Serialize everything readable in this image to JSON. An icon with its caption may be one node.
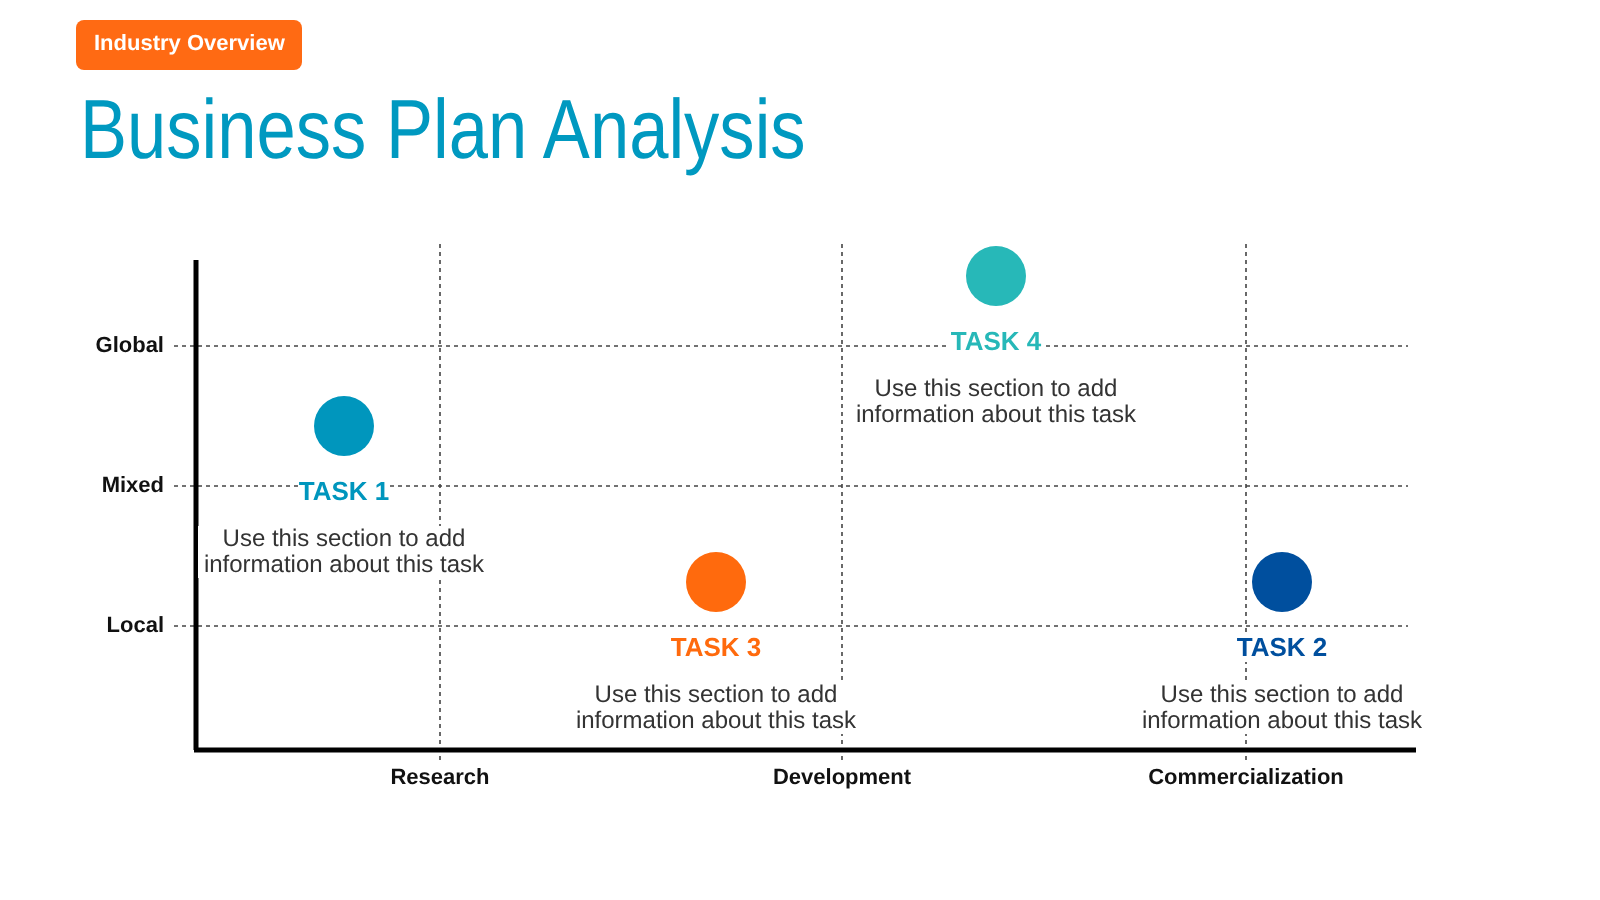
{
  "diagram": {
    "title": "Business Plan Analysis",
    "nodes": [
      {
        "text": [
          "Industry Overview"
        ]
      },
      {
        "text": [],
        "shape": "circle",
        "beside": [
          "TASK 4",
          "Use this section to add information about this task"
        ]
      },
      {
        "text": [],
        "shape": "circle",
        "beside": [
          "TASK 1",
          "Use this section to add information about this task"
        ]
      },
      {
        "text": [],
        "shape": "circle",
        "beside": [
          "TASK 3",
          "Use this section to add information about this task"
        ]
      },
      {
        "text": [],
        "shape": "circle",
        "beside": [
          "TASK 2",
          "Use this section to add information about this task"
        ]
      }
    ],
    "labels": [
      "Global",
      "Mixed",
      "Local",
      "Research",
      "Development",
      "Commercialization"
    ]
  }
}
